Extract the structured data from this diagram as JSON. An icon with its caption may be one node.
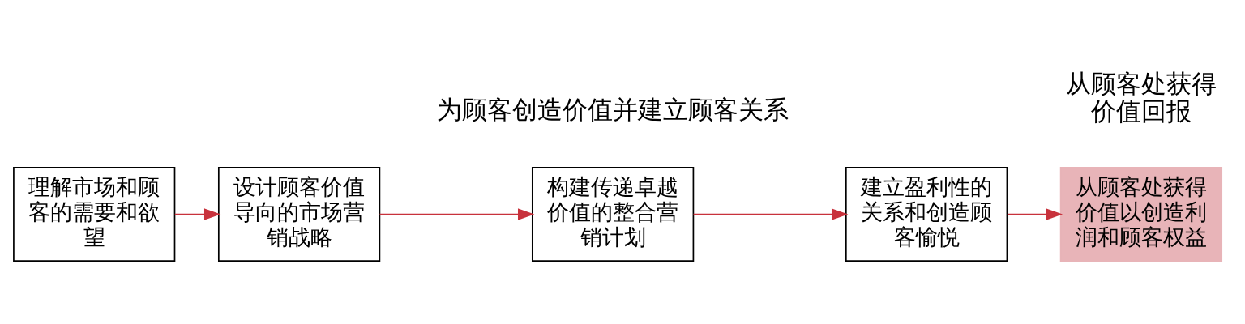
{
  "diagram": {
    "nodes": [
      {
        "text": [
          "理解市场和顾客的需要和欲望"
        ]
      },
      {
        "text": [
          "设计顾客价值导向的市场营销战略"
        ]
      },
      {
        "text": [
          "构建传递卓越价值的整合营销计划"
        ]
      },
      {
        "text": [
          "建立盈利性的关系和创造顾客愉悦"
        ]
      },
      {
        "text": [
          "从顾客处获得价值以创造利润和顾客权益"
        ]
      }
    ],
    "edges": [
      {
        "from": 0,
        "to": 1,
        "arrow": "to"
      },
      {
        "from": 1,
        "to": 2,
        "arrow": "to"
      },
      {
        "from": 2,
        "to": 3,
        "arrow": "to"
      },
      {
        "from": 3,
        "to": 4,
        "arrow": "to"
      }
    ],
    "labels": [
      "为顾客创造价值并建立顾客关系",
      "从顾客处获得价值回报"
    ]
  }
}
